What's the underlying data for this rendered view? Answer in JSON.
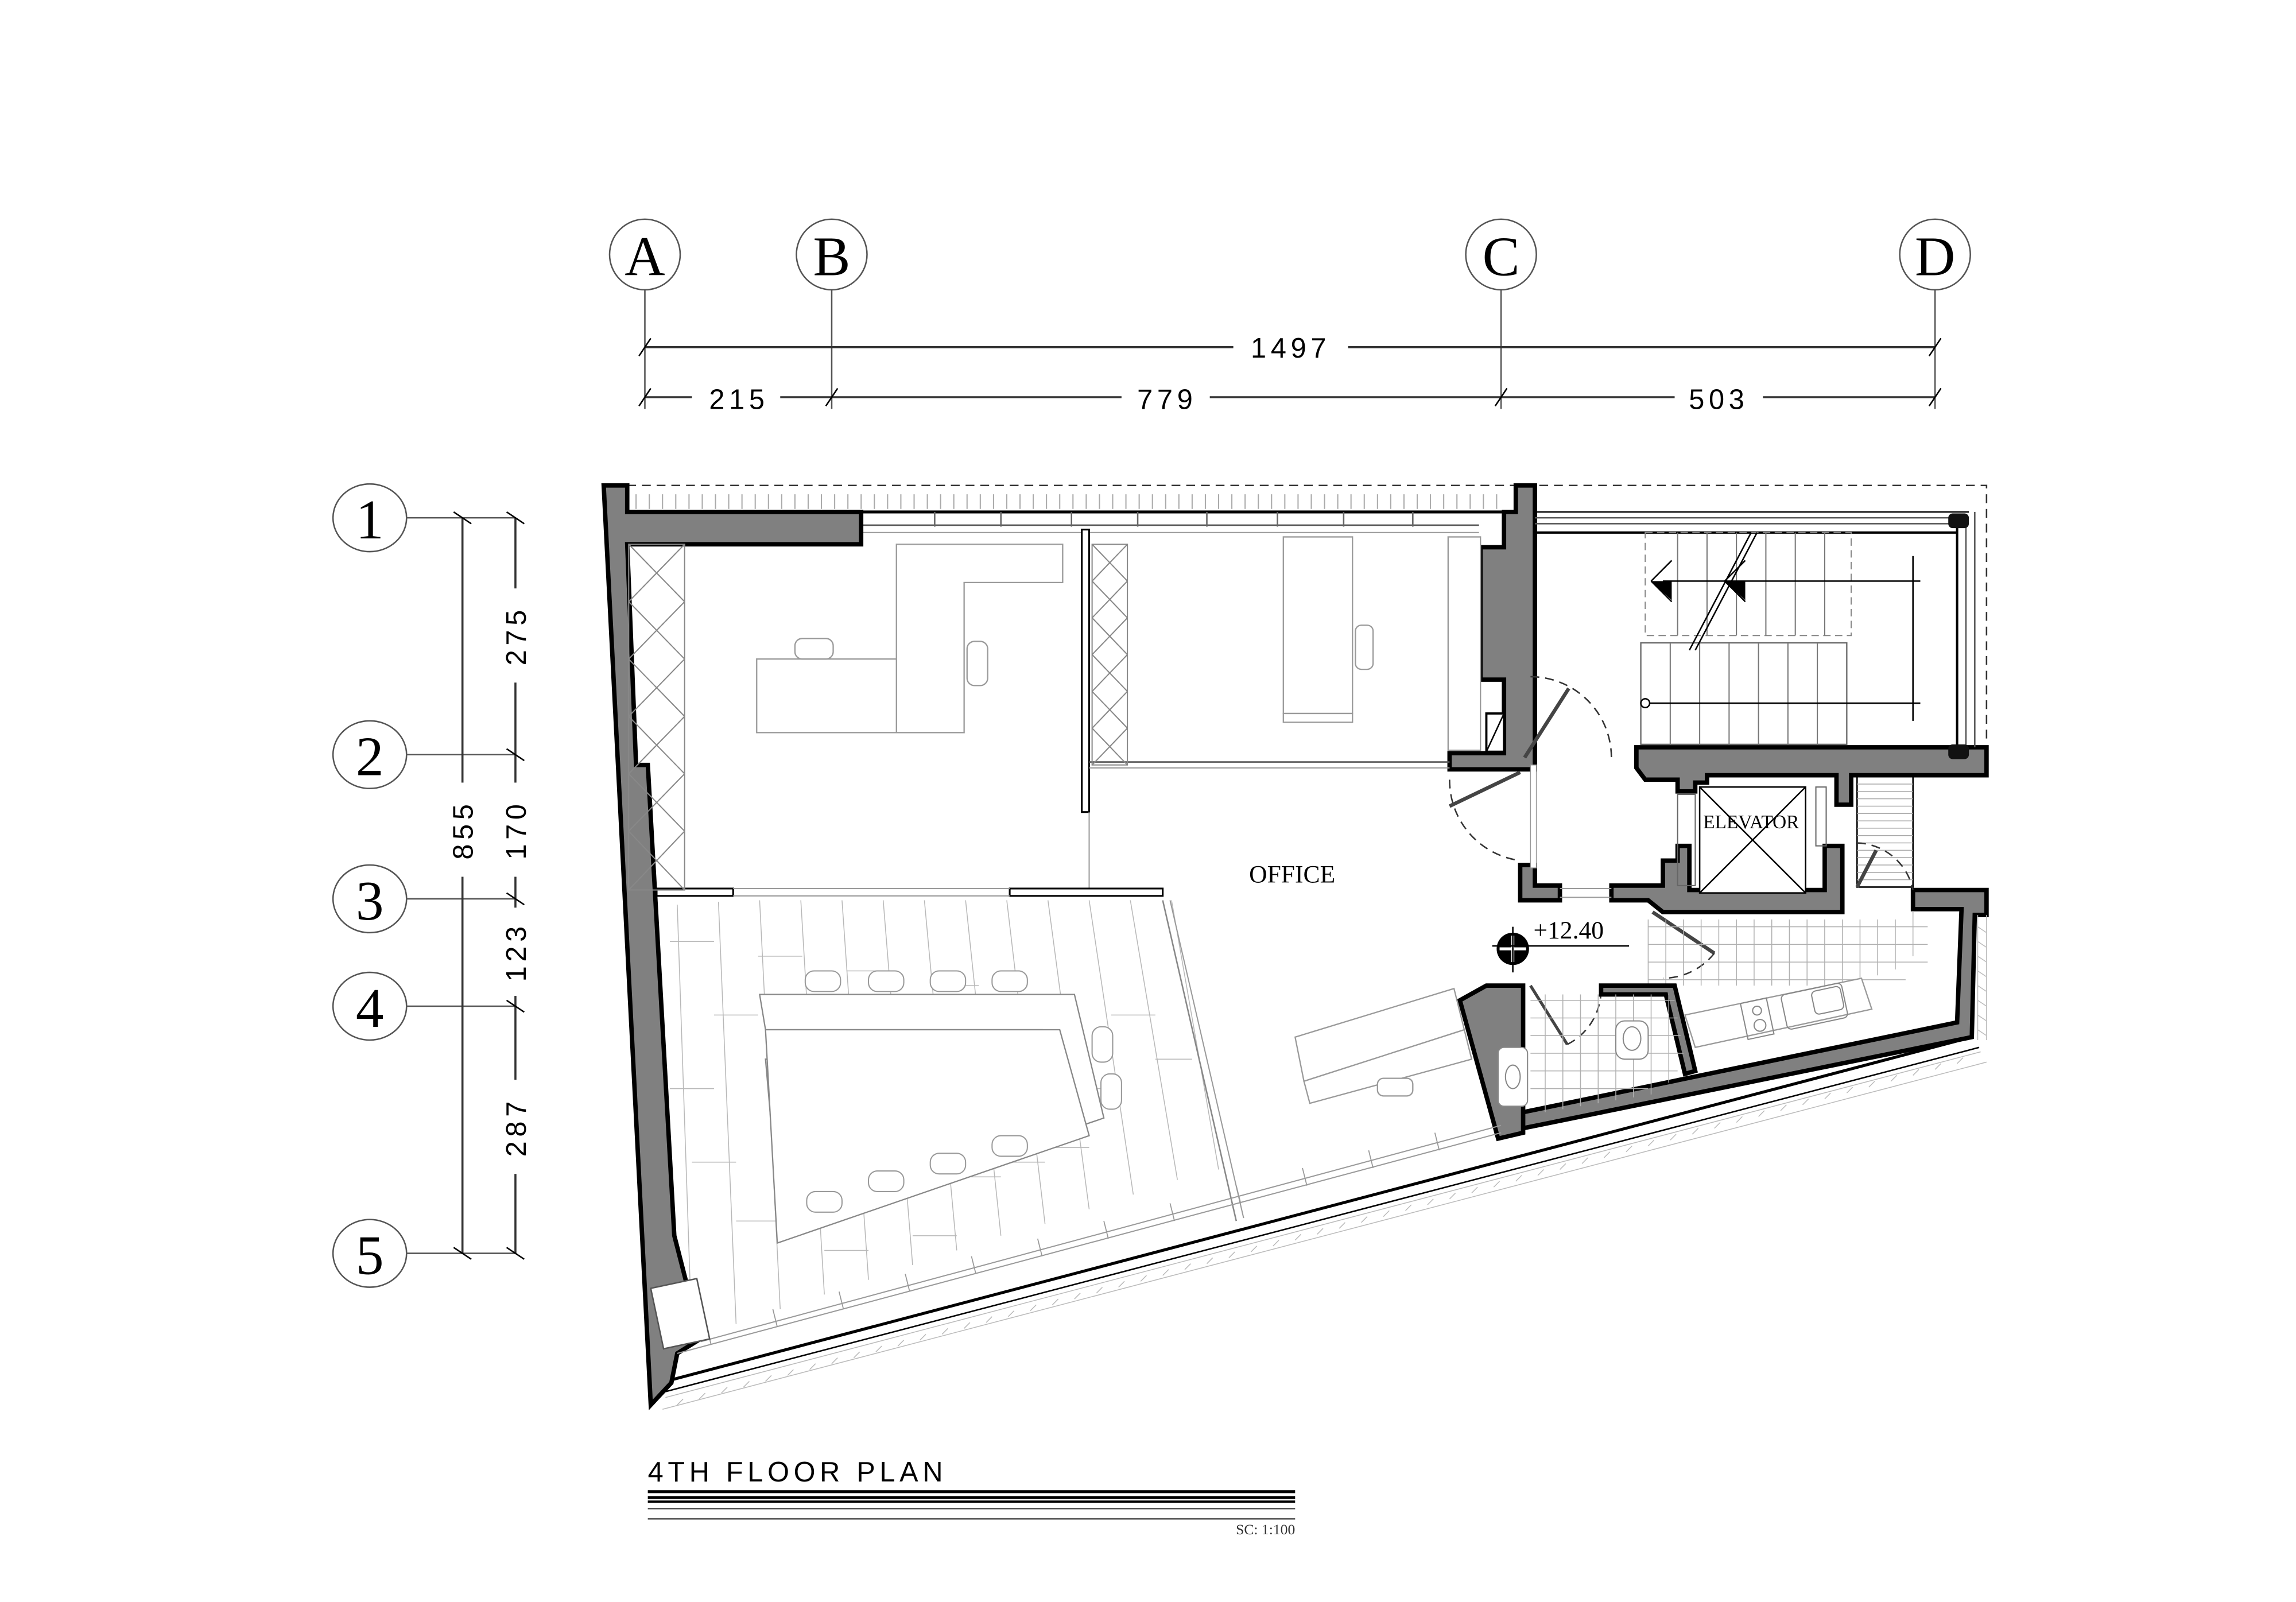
{
  "drawing": {
    "title": "4TH FLOOR PLAN",
    "scale": "SC: 1:100",
    "room_labels": {
      "office": "OFFICE",
      "elevator": "ELEVATOR"
    },
    "level_marker": {
      "icon": "level-datum-icon",
      "value": "+12.40"
    }
  },
  "grid": {
    "columns": [
      {
        "label": "A"
      },
      {
        "label": "B"
      },
      {
        "label": "C"
      },
      {
        "label": "D"
      }
    ],
    "rows": [
      {
        "label": "1"
      },
      {
        "label": "2"
      },
      {
        "label": "3"
      },
      {
        "label": "4"
      },
      {
        "label": "5"
      }
    ]
  },
  "dimensions": {
    "horizontal_total": "1497",
    "horizontal_segments": [
      "215",
      "779",
      "503"
    ],
    "vertical_total": "855",
    "vertical_segments": [
      "275",
      "170",
      "123",
      "287"
    ]
  },
  "colors": {
    "wall_fill": "#808080",
    "line": "#000000",
    "furniture": "#9a9a9a",
    "background": "#ffffff"
  }
}
